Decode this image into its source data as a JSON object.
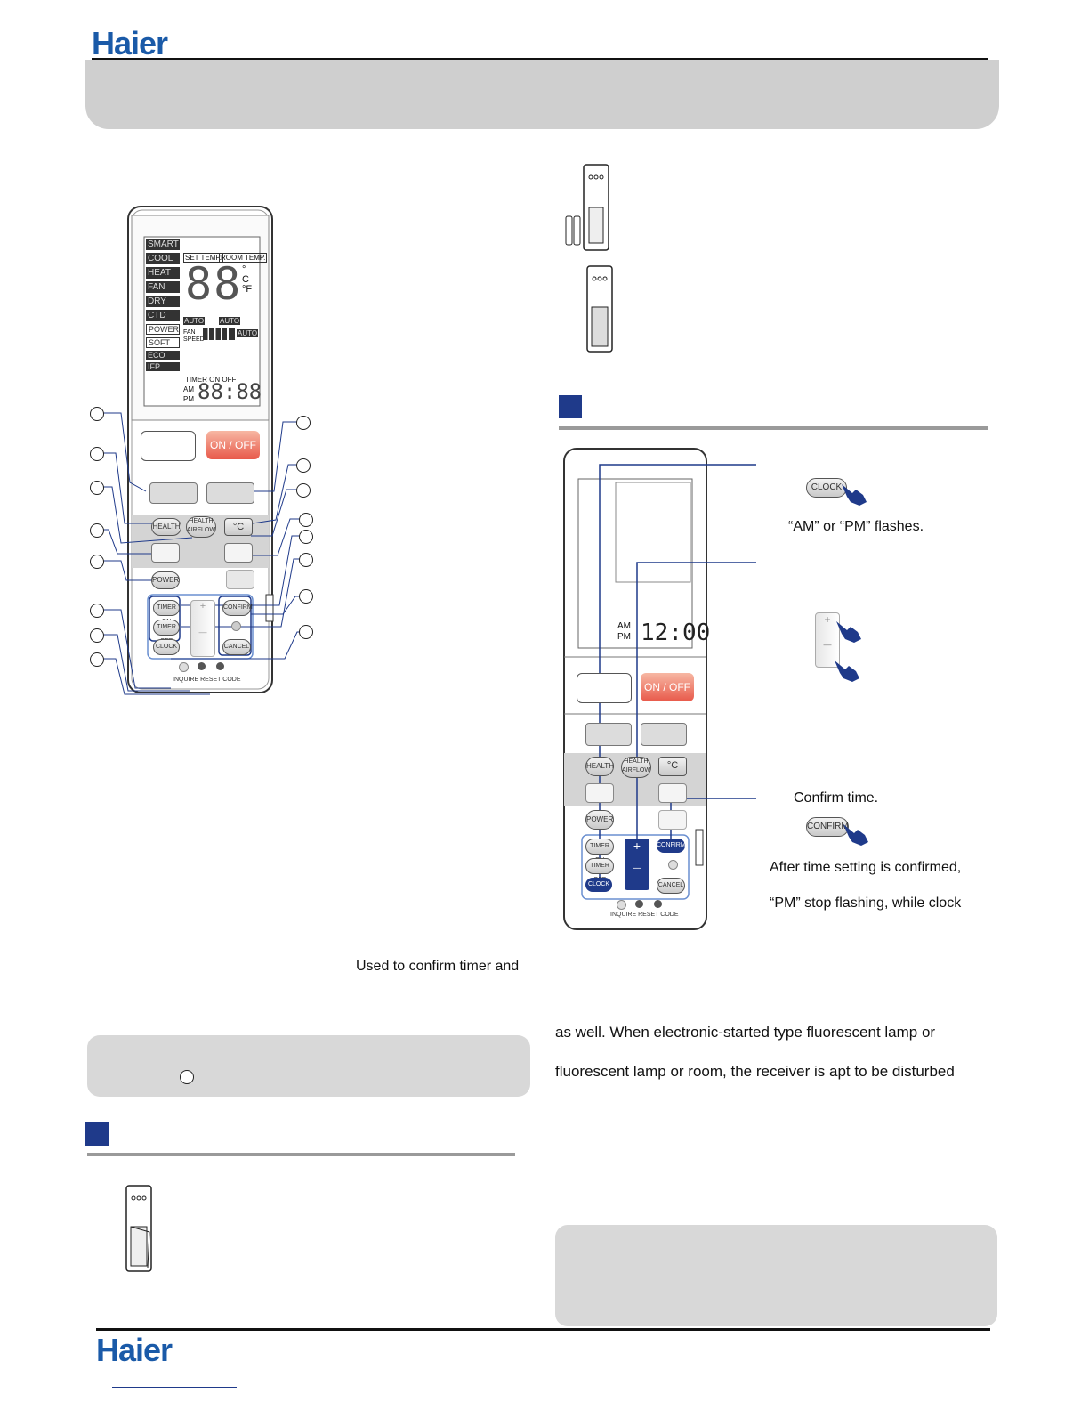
{
  "header": {
    "logo": "Haier"
  },
  "footer": {
    "logo": "Haier"
  },
  "remote_lcd": {
    "modes": [
      "SMART",
      "COOL",
      "HEAT",
      "FAN",
      "DRY",
      "CTD",
      "POWER",
      "SOFT",
      "ECO",
      "IFP"
    ],
    "set_temp": "SET TEMP.",
    "room_temp": "ROOM TEMP.",
    "big_digits": "88",
    "units": "°C°F",
    "auto": "AUTO",
    "fan_speed": "FAN SPEED",
    "timer": "TIMER ON",
    "timer_off": "OFF",
    "am": "AM",
    "pm": "PM",
    "clock_digits": "88:88"
  },
  "remote_buttons": {
    "on_off": "ON / OFF",
    "health": "HEALTH",
    "health_airflow": "HEALTH AIRFLOW",
    "celsius": "°C",
    "power": "POWER",
    "timer_on": "TIMER ON",
    "timer_off": "TIMER OFF",
    "clock": "CLOCK",
    "confirm": "CONFIRM",
    "cancel": "CANCEL",
    "inquire": "INQUIRE",
    "reset": "RESET",
    "code": "CODE",
    "plus": "+",
    "minus": "—"
  },
  "left_column": {
    "confirm_text": "Used to confirm timer and"
  },
  "clock_setting": {
    "clock_btn": "CLOCK",
    "am_pm_flashes": "“AM” or “PM” flashes.",
    "confirm_time": "Confirm time.",
    "confirm_btn": "CONFIRM",
    "after_confirm": "After time setting is confirmed,",
    "pm_stop": "“PM” stop flashing, while clock",
    "lcd_am": "AM",
    "lcd_pm": "PM",
    "lcd_time": "12:00"
  },
  "right_text": {
    "line1": "as well. When electronic-started type fluorescent lamp or",
    "line2": "fluorescent lamp or room, the receiver is apt to be disturbed"
  }
}
